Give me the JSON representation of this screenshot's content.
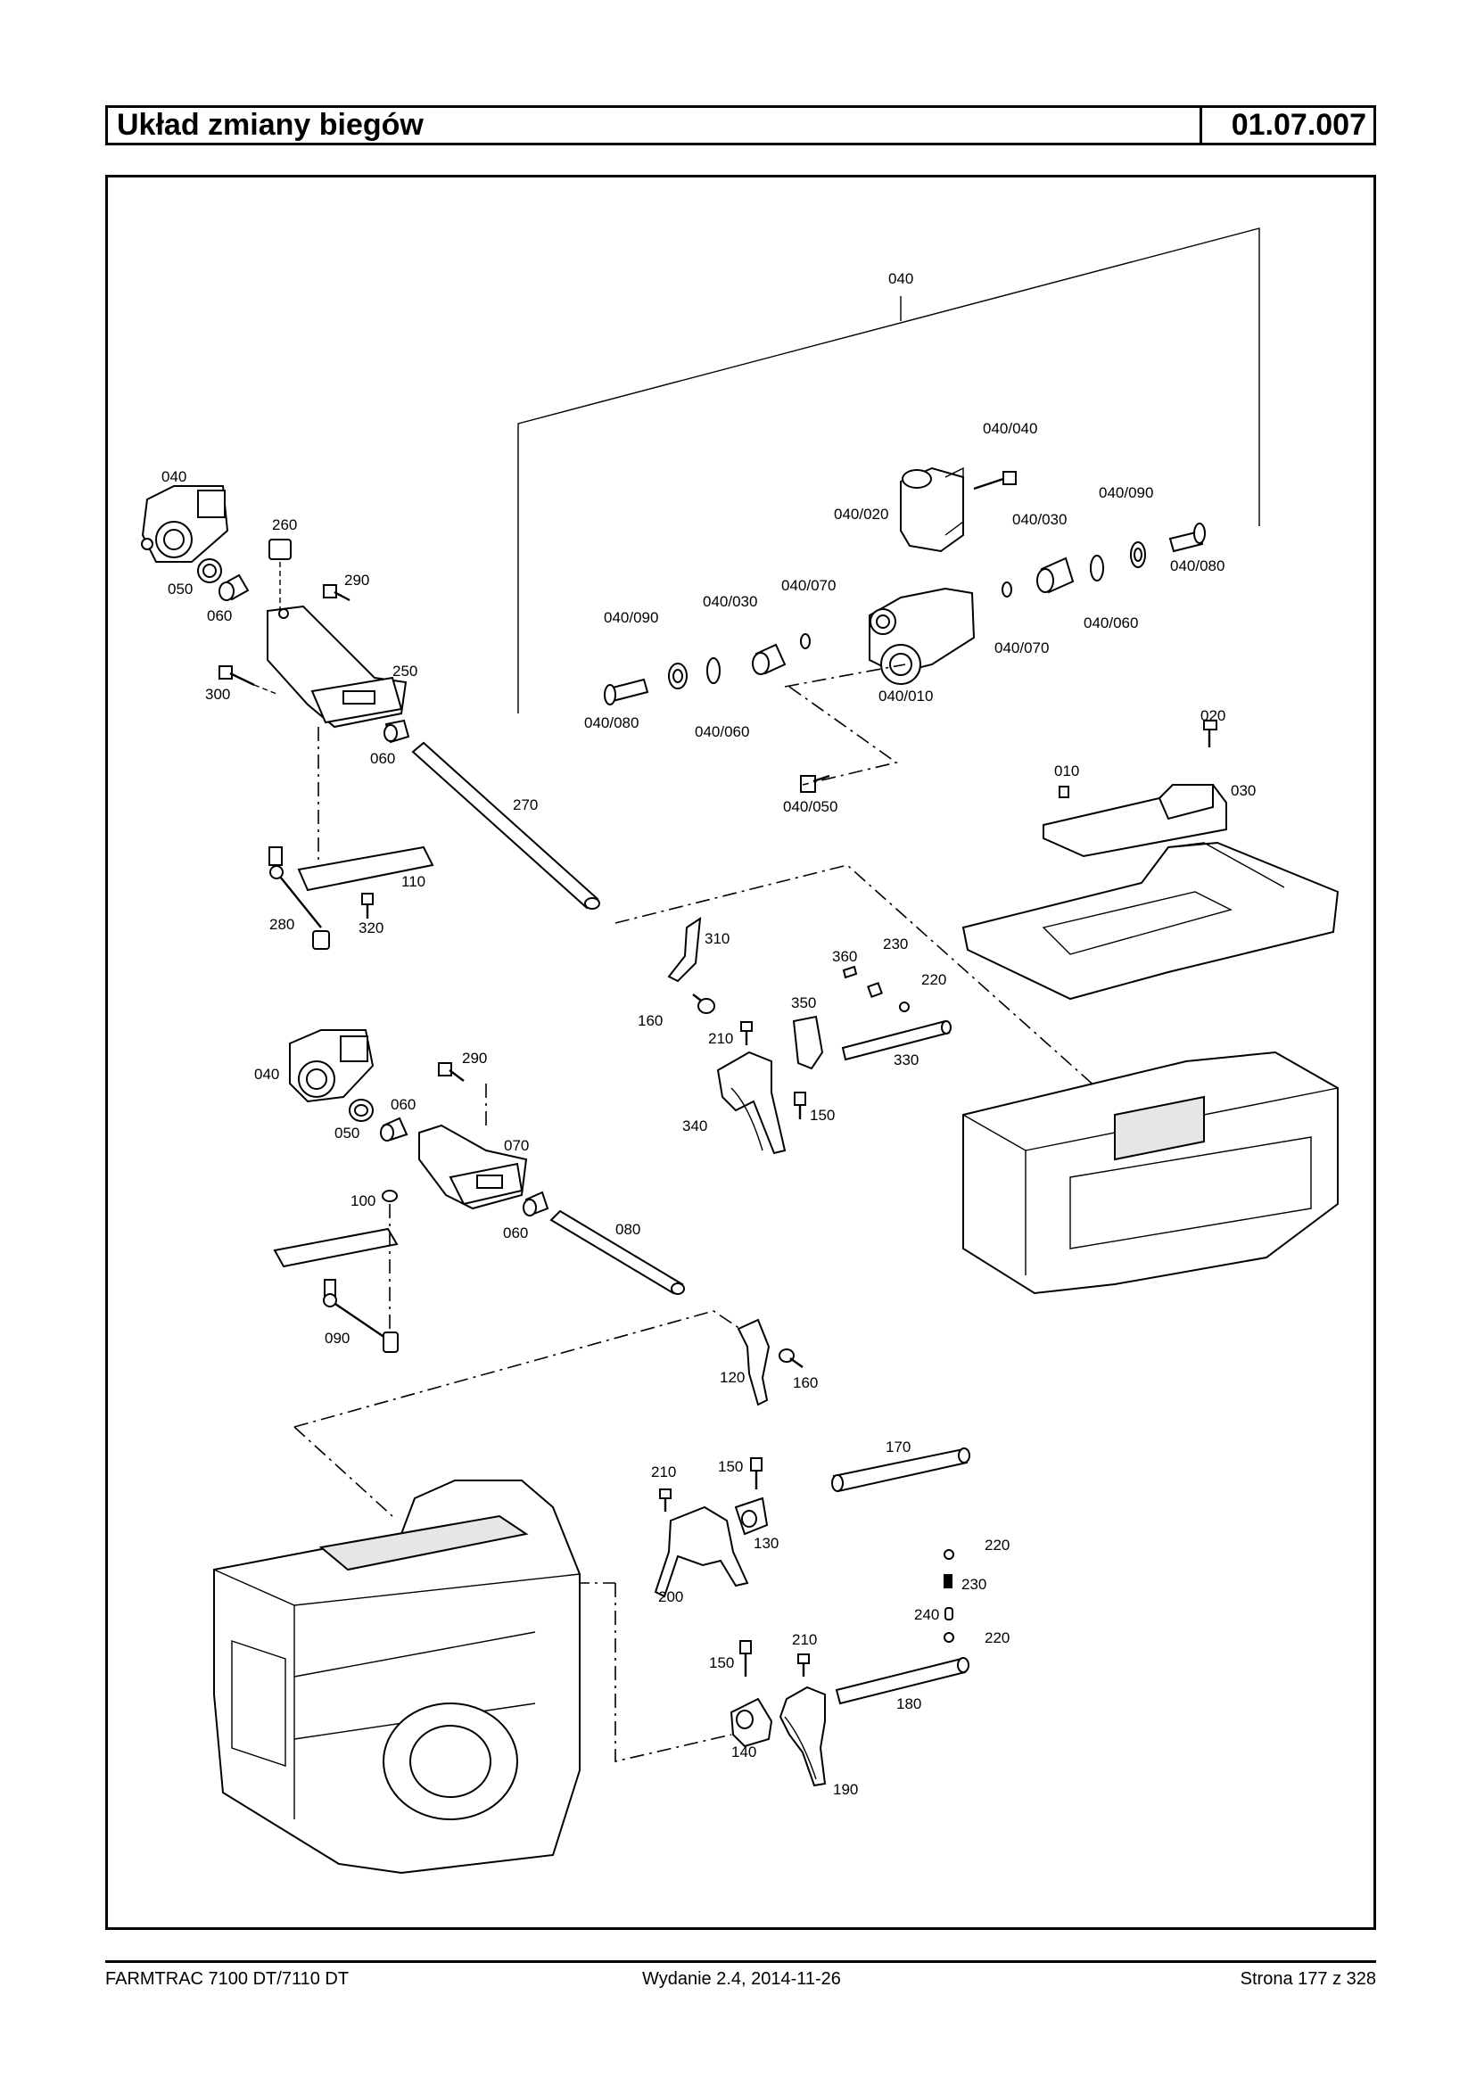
{
  "header": {
    "title": "Układ zmiany biegów",
    "code": "01.07.007"
  },
  "footer": {
    "model": "FARMTRAC 7100 DT/7110 DT",
    "edition": "Wydanie 2.4,  2014-11-26",
    "page": "Strona 177 z 328"
  },
  "callouts": {
    "c040_top": "040",
    "c040_040": "040/040",
    "c040_020": "040/020",
    "c040_090_r": "040/090",
    "c040_030_r": "040/030",
    "c040_080_r": "040/080",
    "c040_070_c": "040/070",
    "c040_030_l": "040/030",
    "c040_090_l": "040/090",
    "c040_070_r": "040/070",
    "c040_060_r": "040/060",
    "c040_010": "040/010",
    "c040_080_l": "040/080",
    "c040_060_l": "040/060",
    "c040_050": "040/050",
    "c040_a": "040",
    "c260": "260",
    "c290_a": "290",
    "c050_a": "050",
    "c060_a": "060",
    "c250": "250",
    "c300": "300",
    "c060_b": "060",
    "c270": "270",
    "c110": "110",
    "c280": "280",
    "c320": "320",
    "c020": "020",
    "c010": "010",
    "c030": "030",
    "c310": "310",
    "c360": "360",
    "c230_a": "230",
    "c220_a": "220",
    "c350": "350",
    "c160_a": "160",
    "c210_a": "210",
    "c330": "330",
    "c340": "340",
    "c150_a": "150",
    "c040_b": "040",
    "c290_b": "290",
    "c060_c": "060",
    "c050_b": "050",
    "c070": "070",
    "c100": "100",
    "c060_d": "060",
    "c080": "080",
    "c090": "090",
    "c120": "120",
    "c160_b": "160",
    "c170": "170",
    "c210_b": "210",
    "c150_b": "150",
    "c130": "130",
    "c200": "200",
    "c220_b": "220",
    "c230_b": "230",
    "c240": "240",
    "c220_c": "220",
    "c210_c": "210",
    "c150_c": "150",
    "c180": "180",
    "c140": "140",
    "c190": "190"
  }
}
